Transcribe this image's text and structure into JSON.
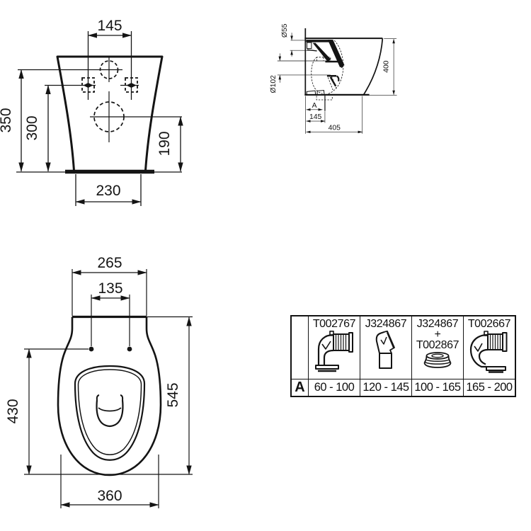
{
  "rear_view": {
    "hole_spacing": "145",
    "overall_height": "350",
    "fixing_height": "300",
    "inlet_height": "190",
    "base_width": "230"
  },
  "side_view": {
    "inlet_diameter": "Ø55",
    "outlet_diameter": "Ø102",
    "overall_height": "400",
    "rough_in_label": "A",
    "outlet_center": "145",
    "overall_depth": "405"
  },
  "top_view": {
    "platform_width": "265",
    "seat_fixing_spacing": "135",
    "bowl_length": "430",
    "overall_length": "545",
    "bowl_width": "360"
  },
  "connector_table": {
    "row_header": "A",
    "options": [
      {
        "code_line1": "T002767",
        "code_line2": "",
        "code_line3": "",
        "range": "60 - 100",
        "icon": "elbow-connector-icon"
      },
      {
        "code_line1": "J324867",
        "code_line2": "",
        "code_line3": "",
        "range": "120 - 145",
        "icon": "angled-connector-icon"
      },
      {
        "code_line1": "J324867",
        "code_line2": "+",
        "code_line3": "T002867",
        "range": "100 - 165",
        "icon": "offset-ring-icon"
      },
      {
        "code_line1": "T002667",
        "code_line2": "",
        "code_line3": "",
        "range": "165 - 200",
        "icon": "swan-neck-connector-icon"
      }
    ]
  },
  "colors": {
    "ink": "#141414",
    "background": "#ffffff"
  }
}
